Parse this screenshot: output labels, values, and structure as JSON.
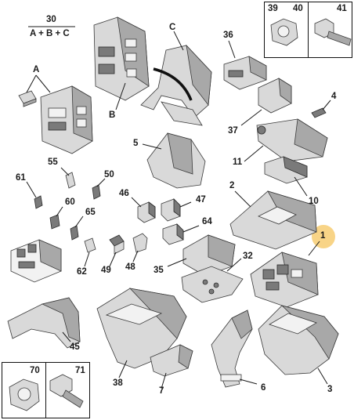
{
  "colors": {
    "line": "#1a1a1a",
    "part_fill": "#d9d9d9",
    "part_shade": "#a8a8a8",
    "part_dark": "#7a7a7a",
    "highlight": "#f7cf7a"
  },
  "group_label": {
    "number": "30",
    "formula": "A + B + C"
  },
  "callouts": [
    {
      "id": "A",
      "text": "A"
    },
    {
      "id": "B",
      "text": "B"
    },
    {
      "id": "C",
      "text": "C"
    },
    {
      "id": "p36",
      "text": "36"
    },
    {
      "id": "p4",
      "text": "4"
    },
    {
      "id": "p37",
      "text": "37"
    },
    {
      "id": "p5",
      "text": "5"
    },
    {
      "id": "p11",
      "text": "11"
    },
    {
      "id": "p55",
      "text": "55"
    },
    {
      "id": "p61",
      "text": "61"
    },
    {
      "id": "p50",
      "text": "50"
    },
    {
      "id": "p60",
      "text": "60"
    },
    {
      "id": "p65",
      "text": "65"
    },
    {
      "id": "p46",
      "text": "46"
    },
    {
      "id": "p47",
      "text": "47"
    },
    {
      "id": "p2",
      "text": "2"
    },
    {
      "id": "p10",
      "text": "10"
    },
    {
      "id": "p64",
      "text": "64"
    },
    {
      "id": "p1",
      "text": "1"
    },
    {
      "id": "p62",
      "text": "62"
    },
    {
      "id": "p49",
      "text": "49"
    },
    {
      "id": "p48",
      "text": "48"
    },
    {
      "id": "p35",
      "text": "35"
    },
    {
      "id": "p32",
      "text": "32"
    },
    {
      "id": "p45",
      "text": "45"
    },
    {
      "id": "p38",
      "text": "38"
    },
    {
      "id": "p7",
      "text": "7"
    },
    {
      "id": "p6",
      "text": "6"
    },
    {
      "id": "p3",
      "text": "3"
    }
  ],
  "inset_top": {
    "left_label": "39",
    "mid_label": "40",
    "right_label": "41"
  },
  "inset_bottom": {
    "left_label": "70",
    "right_label": "71"
  },
  "parts": [
    {
      "id": "fuse-box-b",
      "icon": "fuse-box-icon"
    },
    {
      "id": "mount-bracket-c",
      "icon": "bracket-icon"
    },
    {
      "id": "relay-box-a",
      "icon": "relay-box-icon"
    },
    {
      "id": "clip-a",
      "icon": "clip-icon"
    },
    {
      "id": "connector-36",
      "icon": "connector-icon"
    },
    {
      "id": "cover-37",
      "icon": "cover-icon"
    },
    {
      "id": "fuse-4",
      "icon": "fuse-icon"
    },
    {
      "id": "bracket-5",
      "icon": "bracket-icon"
    },
    {
      "id": "cover-11",
      "icon": "cover-icon"
    },
    {
      "id": "module-10",
      "icon": "module-icon"
    },
    {
      "id": "lid-2",
      "icon": "lid-icon"
    },
    {
      "id": "fuse-box-1",
      "icon": "fuse-box-icon"
    },
    {
      "id": "tray-64",
      "icon": "tray-icon"
    },
    {
      "id": "board-32",
      "icon": "circuit-board-icon"
    },
    {
      "id": "relay-block",
      "icon": "relay-block-icon"
    },
    {
      "id": "shield-45",
      "icon": "shield-icon"
    },
    {
      "id": "housing-38",
      "icon": "housing-icon"
    },
    {
      "id": "holder-7",
      "icon": "holder-icon"
    },
    {
      "id": "stand-6",
      "icon": "stand-icon"
    },
    {
      "id": "housing-3",
      "icon": "housing-icon"
    },
    {
      "id": "nut-39",
      "icon": "nut-icon"
    },
    {
      "id": "bolt-41",
      "icon": "bolt-icon"
    },
    {
      "id": "nut-70",
      "icon": "nut-icon"
    },
    {
      "id": "bolt-71",
      "icon": "bolt-icon"
    }
  ]
}
